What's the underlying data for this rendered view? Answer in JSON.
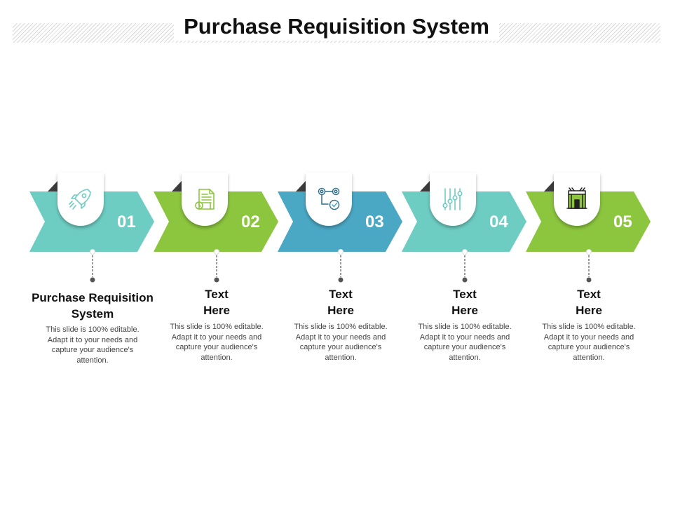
{
  "title": "Purchase Requisition System",
  "colors": {
    "teal_light": "#6ecdc3",
    "green": "#8cc63f",
    "blue": "#4ba8c4",
    "dark": "#3c3c3c",
    "connector": "#555555"
  },
  "steps": [
    {
      "number": "01",
      "heading": "Purchase Requisition System",
      "text": "This slide is 100% editable. Adapt it to your needs and capture your audience's attention.",
      "icon": "rocket-icon",
      "color": "#6ecdc3"
    },
    {
      "number": "02",
      "heading": "Text Here",
      "text": "This slide is 100% editable. Adapt it to your needs and capture your audience's attention.",
      "icon": "document-clock-icon",
      "color": "#8cc63f"
    },
    {
      "number": "03",
      "heading": "Text Here",
      "text": "This slide is 100% editable. Adapt it to your needs and capture your audience's attention.",
      "icon": "gears-process-icon",
      "color": "#4ba8c4"
    },
    {
      "number": "04",
      "heading": "Text Here",
      "text": "This slide is 100% editable. Adapt it to your needs and capture your audience's attention.",
      "icon": "sliders-icon",
      "color": "#6ecdc3"
    },
    {
      "number": "05",
      "heading": "Text Here",
      "text": "This slide is 100% editable. Adapt it to your needs and capture your audience's attention.",
      "icon": "building-tools-icon",
      "color": "#8cc63f"
    }
  ]
}
